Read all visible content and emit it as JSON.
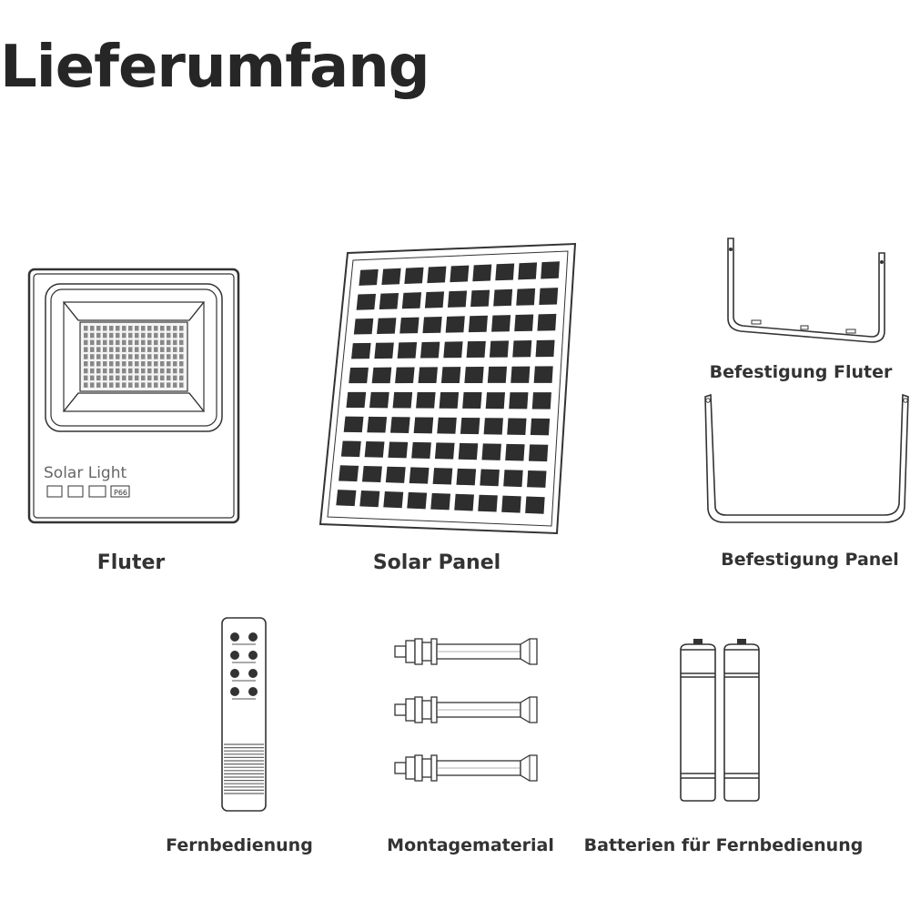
{
  "title": "Lieferumfang",
  "items": [
    {
      "label": "Fluter",
      "icon": "floodlight-icon",
      "device_text": "Solar Light",
      "device_badge": "P66"
    },
    {
      "label": "Solar Panel",
      "icon": "solar-panel-icon"
    },
    {
      "label": "Befestigung Fluter",
      "icon": "floodlight-bracket-icon"
    },
    {
      "label": "Befestigung Panel",
      "icon": "panel-bracket-icon"
    },
    {
      "label": "Fernbedienung",
      "icon": "remote-control-icon"
    },
    {
      "label": "Montagematerial",
      "icon": "anchor-bolts-icon"
    },
    {
      "label": "Batterien für Fernbedienung",
      "icon": "batteries-icon"
    }
  ],
  "colors": {
    "line": "#333333",
    "text": "#262626",
    "background": "#ffffff"
  }
}
